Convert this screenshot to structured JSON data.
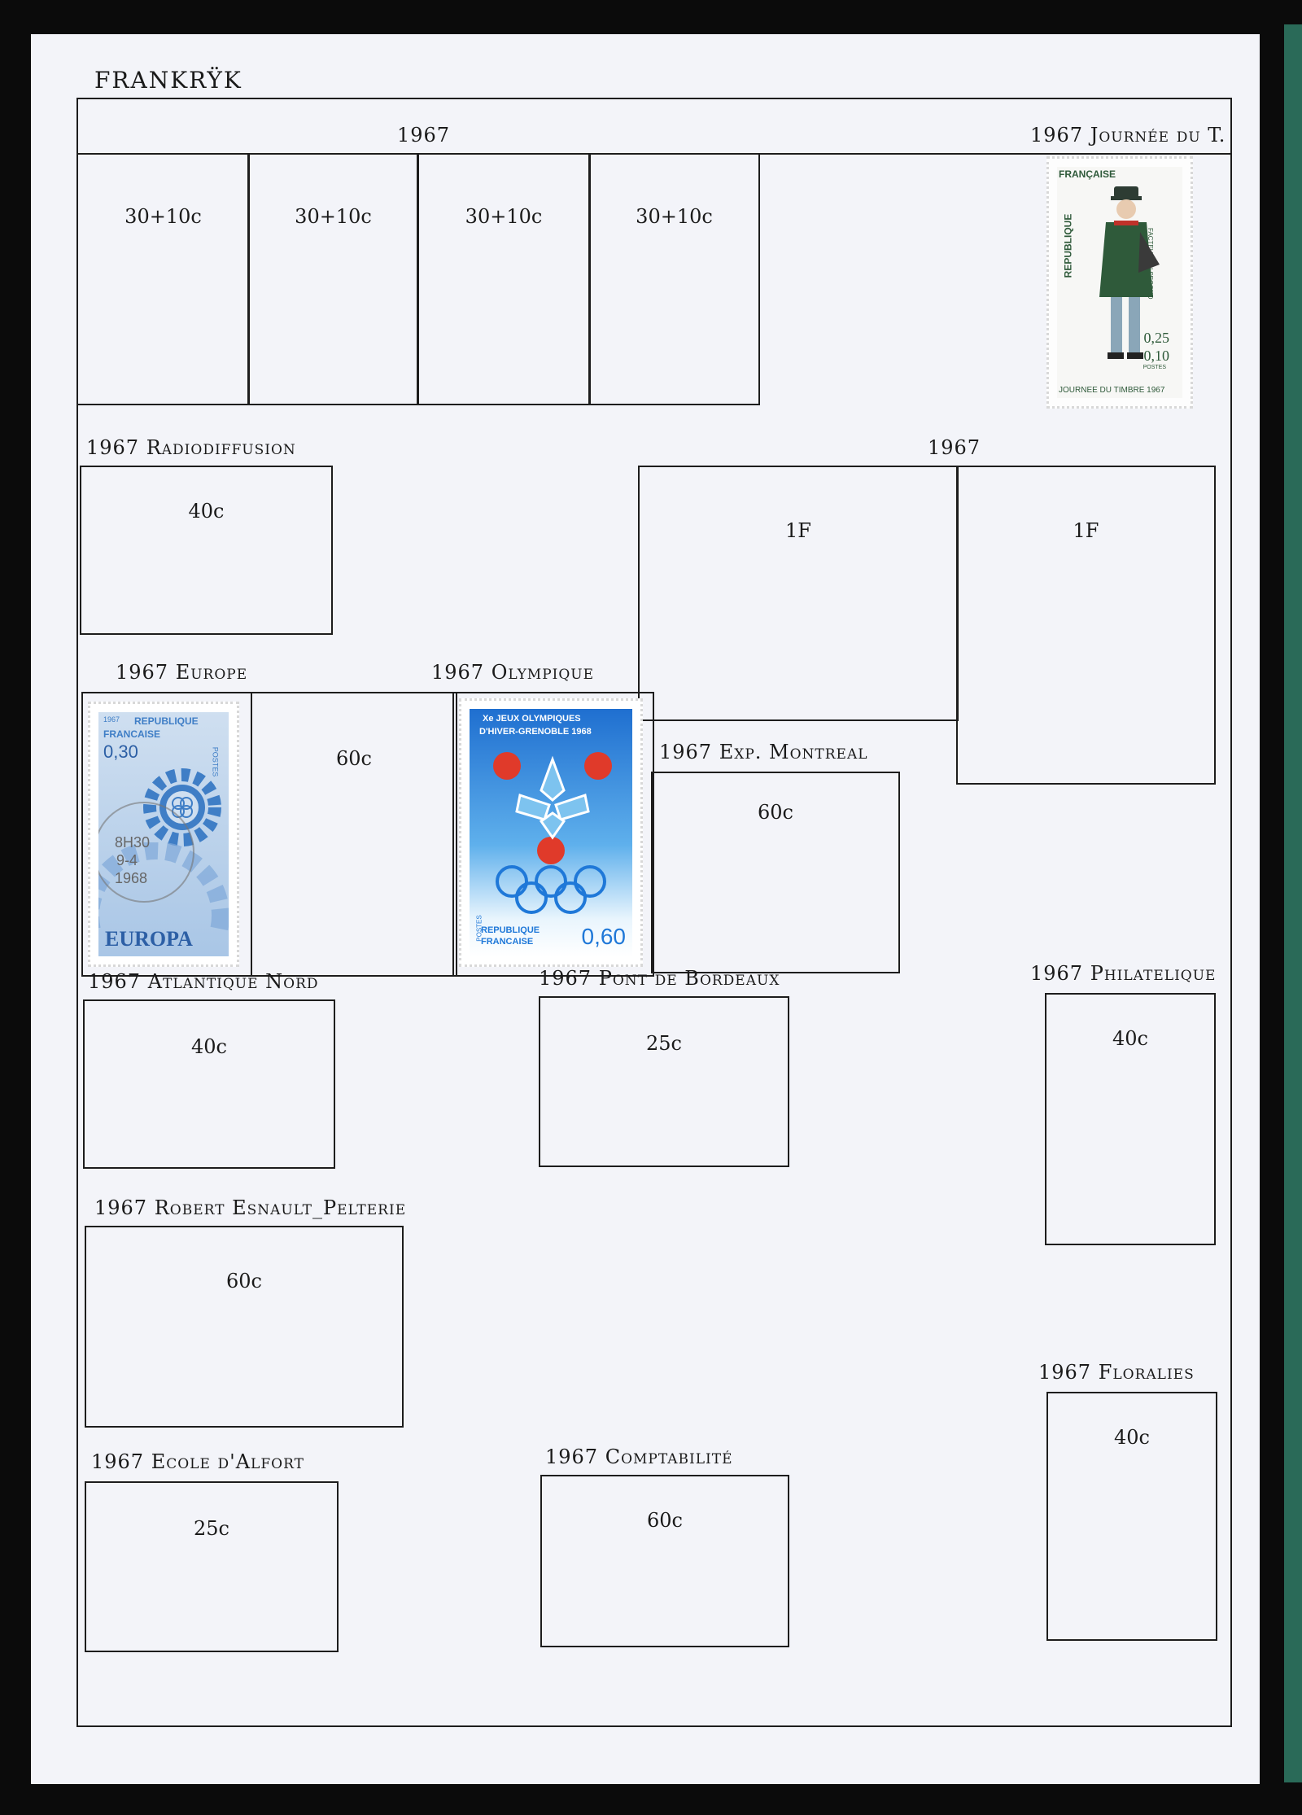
{
  "page": {
    "title": "FRANKRŸK",
    "colors": {
      "paper": "#f3f4f9",
      "ink": "#1d1d1d",
      "europa_blue": "#3f7ec6",
      "olympic_blue": "#1f78d8",
      "olympic_red": "#e03a2a",
      "postman_green": "#2f5a3a"
    }
  },
  "row1": {
    "year": "1967",
    "values": [
      "30+10c",
      "30+10c",
      "30+10c",
      "30+10c"
    ]
  },
  "journee": {
    "label": "1967 Journée du T.",
    "stamp": {
      "country": "FRANÇAISE",
      "republic": "REPUBLIQUE",
      "value1": "0,25",
      "value2": "0,10",
      "caption": "JOURNEE DU TIMBRE 1967",
      "side": "FACTEUR DU SECOND EMPIRE",
      "postes": "POSTES",
      "icon": "postman-figure"
    }
  },
  "radio": {
    "label": "1967 Radiodiffusion",
    "value": "40c"
  },
  "pair1f": {
    "label": "1967",
    "values": [
      "1F",
      "1F"
    ]
  },
  "europe": {
    "label": "1967 Europe",
    "value": "60c",
    "stamp": {
      "year": "1967",
      "republic": "REPUBLIQUE",
      "country": "FRANCAISE",
      "value": "0,30",
      "postes": "POSTES",
      "name": "EUROPA",
      "cancel": [
        "8H30",
        "9-4",
        "1968"
      ],
      "icon": "cogwheel"
    }
  },
  "olympique": {
    "label": "1967 Olympique",
    "stamp": {
      "line1": "Xe JEUX OLYMPIQUES",
      "line2": "D'HIVER-GRENOBLE 1968",
      "republic": "REPUBLIQUE",
      "country": "FRANCAISE",
      "value": "0,60",
      "postes": "POSTES",
      "icon": "snowflake-rings"
    }
  },
  "montreal": {
    "label": "1967 Exp. Montreal",
    "value": "60c"
  },
  "atlantique": {
    "label": "1967 Atlantique Nord",
    "value": "40c"
  },
  "bordeaux": {
    "label": "1967 Pont de Bordeaux",
    "value": "25c"
  },
  "philatelique": {
    "label": "1967 Philatelique",
    "value": "40c"
  },
  "esnault": {
    "label": "1967 Robert Esnault_Pelterie",
    "value": "60c"
  },
  "floralies": {
    "label": "1967 Floralies",
    "value": "40c"
  },
  "alfort": {
    "label": "1967 Ecole d'Alfort",
    "value": "25c"
  },
  "comptabilite": {
    "label": "1967 Comptabilité",
    "value": "60c"
  }
}
